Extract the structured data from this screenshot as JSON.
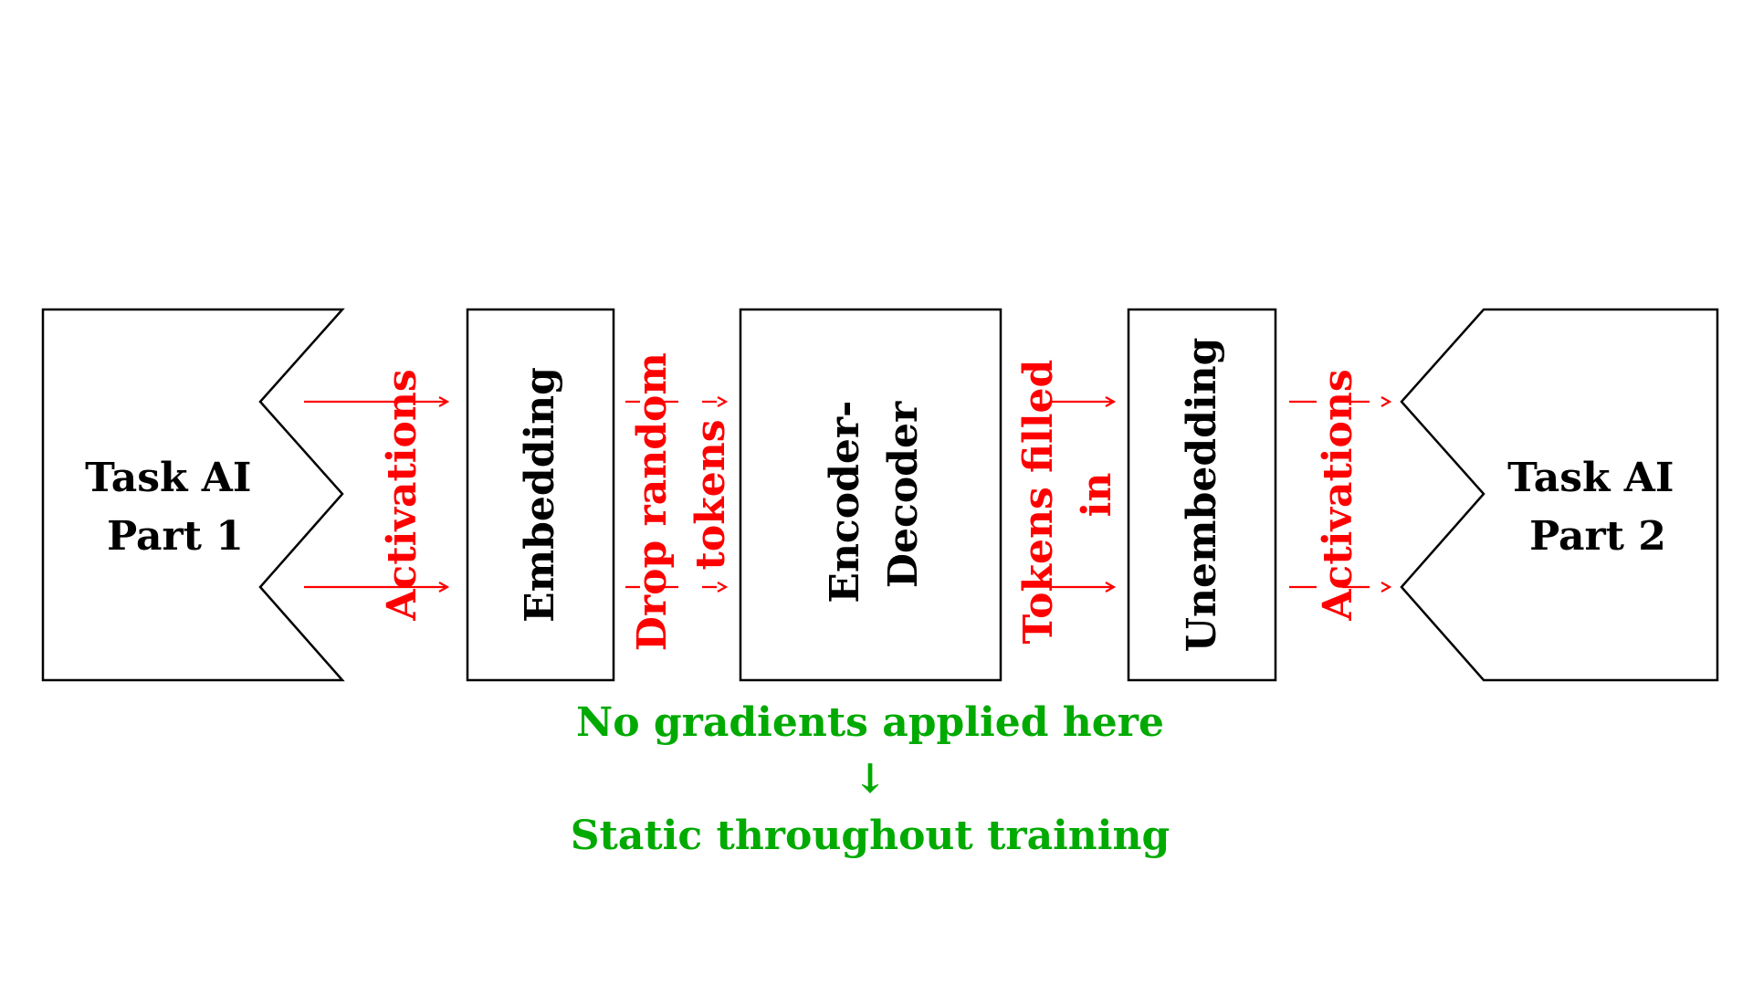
{
  "colors": {
    "stroke": "#000000",
    "flow": "#ff0000",
    "note": "#00aa00",
    "background": "#ffffff"
  },
  "blocks": {
    "task_part1": {
      "lines": [
        "Task AI",
        "Part 1"
      ]
    },
    "embedding": {
      "lines": [
        "Embedding"
      ]
    },
    "encoder_decoder": {
      "lines": [
        "Encoder-",
        "Decoder"
      ]
    },
    "unembedding": {
      "lines": [
        "Unembedding"
      ]
    },
    "task_part2": {
      "lines": [
        "Task AI",
        "Part 2"
      ]
    }
  },
  "flows": {
    "activations_in": {
      "lines": [
        "Activations"
      ]
    },
    "drop_tokens": {
      "lines": [
        "Drop random",
        "tokens"
      ]
    },
    "tokens_filled": {
      "lines": [
        "Tokens filled",
        "in"
      ]
    },
    "activations_out": {
      "lines": [
        "Activations"
      ]
    }
  },
  "note": {
    "line1": "No gradients applied here",
    "arrow": "↓",
    "line2": "Static throughout training"
  }
}
